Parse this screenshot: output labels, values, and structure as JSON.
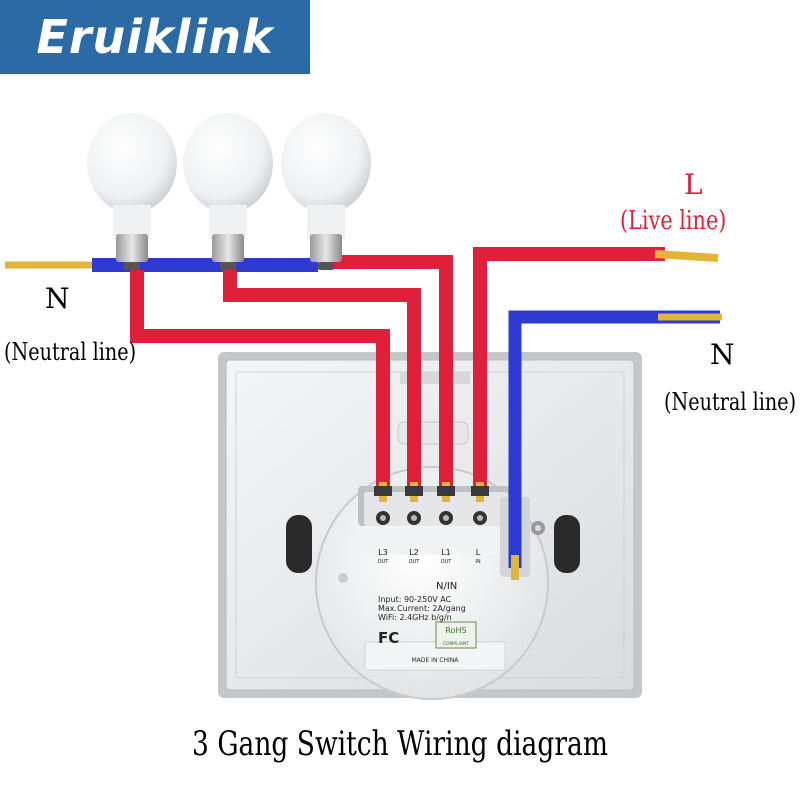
{
  "brand": {
    "name": "Eruiklink",
    "color": "#2b6aa5"
  },
  "labels": {
    "live": {
      "letter": "L",
      "desc": "(Live line)",
      "color": "#e0203a"
    },
    "neutral_left": {
      "letter": "N",
      "desc": "(Neutral line)"
    },
    "neutral_right": {
      "letter": "N",
      "desc": "(Neutral line)"
    }
  },
  "terminals": [
    {
      "name": "L3",
      "sub": "OUT"
    },
    {
      "name": "L2",
      "sub": "OUT"
    },
    {
      "name": "L1",
      "sub": "OUT"
    },
    {
      "name": "L",
      "sub": "IN"
    }
  ],
  "module": {
    "n_label": "N/IN",
    "spec": [
      "Input: 90-250V AC",
      "Max.Current: 2A/gang",
      "WiFi: 2.4GHz b/g/n"
    ],
    "fc": "FC",
    "rohs": "RoHS",
    "rohs_sub": "COMPLIANT",
    "made_in": "MADE IN CHINA"
  },
  "caption": "3 Gang Switch Wiring diagram",
  "colors": {
    "live_wire": "#e0203a",
    "neutral_wire": "#2f3bd0",
    "copper": "#e2b53a"
  }
}
